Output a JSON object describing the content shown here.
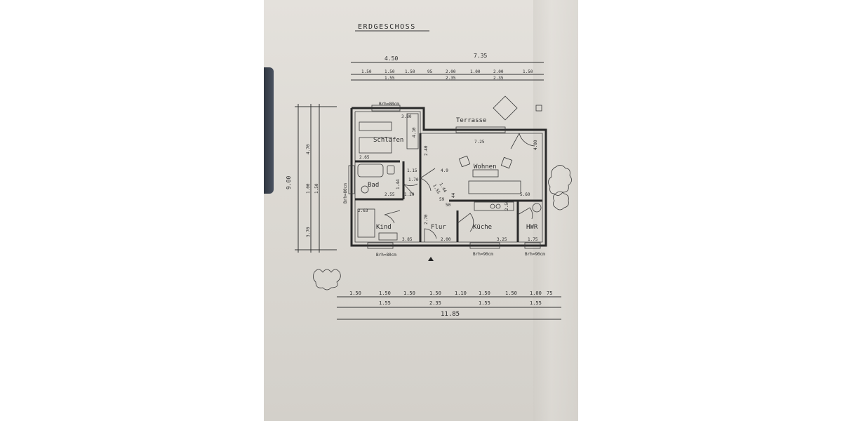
{
  "title": "ERDGESCHOSS",
  "rooms": {
    "schlafen": "Schlafen",
    "bad": "Bad",
    "kind": "Kind",
    "flur": "Flur",
    "kueche": "Küche",
    "hwr": "HWR",
    "wohnen": "Wohnen",
    "terrasse": "Terrasse"
  },
  "top_dims": {
    "overall_left": "4.50",
    "overall_right": "7.35",
    "segments_upper": [
      "1.50",
      "1.50",
      "1.50",
      "95",
      "2.00",
      "1.00",
      "2.00",
      "1.50"
    ],
    "segments_lower": [
      "1.55",
      "2.35",
      "2.35"
    ]
  },
  "bottom_dims": {
    "segments_upper": [
      "1.50",
      "1.50",
      "1.50",
      "1.50",
      "1.10",
      "1.50",
      "1.50",
      "1.00",
      "75"
    ],
    "segments_lower": [
      "1.55",
      "2.35",
      "1.55",
      "1.55"
    ],
    "overall": "11.85"
  },
  "left_dims": {
    "overall": "9.00",
    "segments": [
      "4.70",
      "1.00",
      "1.50",
      "3.70"
    ]
  },
  "window_notes": {
    "top_schlafen": "Brh=80cm",
    "left_bad": "Brh=80cm",
    "bottom_kind": "Brh=80cm",
    "bottom_kueche": "Brh=90cm",
    "bottom_hwr": "Brh=90cm"
  },
  "interior_dims": {
    "schlafen_w": "3.80",
    "schlafen_h": "4.10",
    "schlafen_b": "2.65",
    "bad_a": "1.15",
    "bad_b": "1.70",
    "bad_c": "2.55",
    "bad_d": "1.20",
    "bad_e": "1.44",
    "kind_w": "3.85",
    "kind_a": "2.63",
    "flur_h": "2.70",
    "flur_w": "2.00",
    "wohnen_w": "7.25",
    "wohnen_h": "2.40",
    "wohnen_b": "5.60",
    "wohnen_r": "4.00",
    "kueche_w": "3.25",
    "hwr_w": "1.75",
    "hwr_a": "2.50",
    "misc_a": "44",
    "misc_b": "59",
    "misc_c": "50",
    "misc_d": "4.9",
    "misc_e": "1.44",
    "misc_f": "1.55"
  }
}
